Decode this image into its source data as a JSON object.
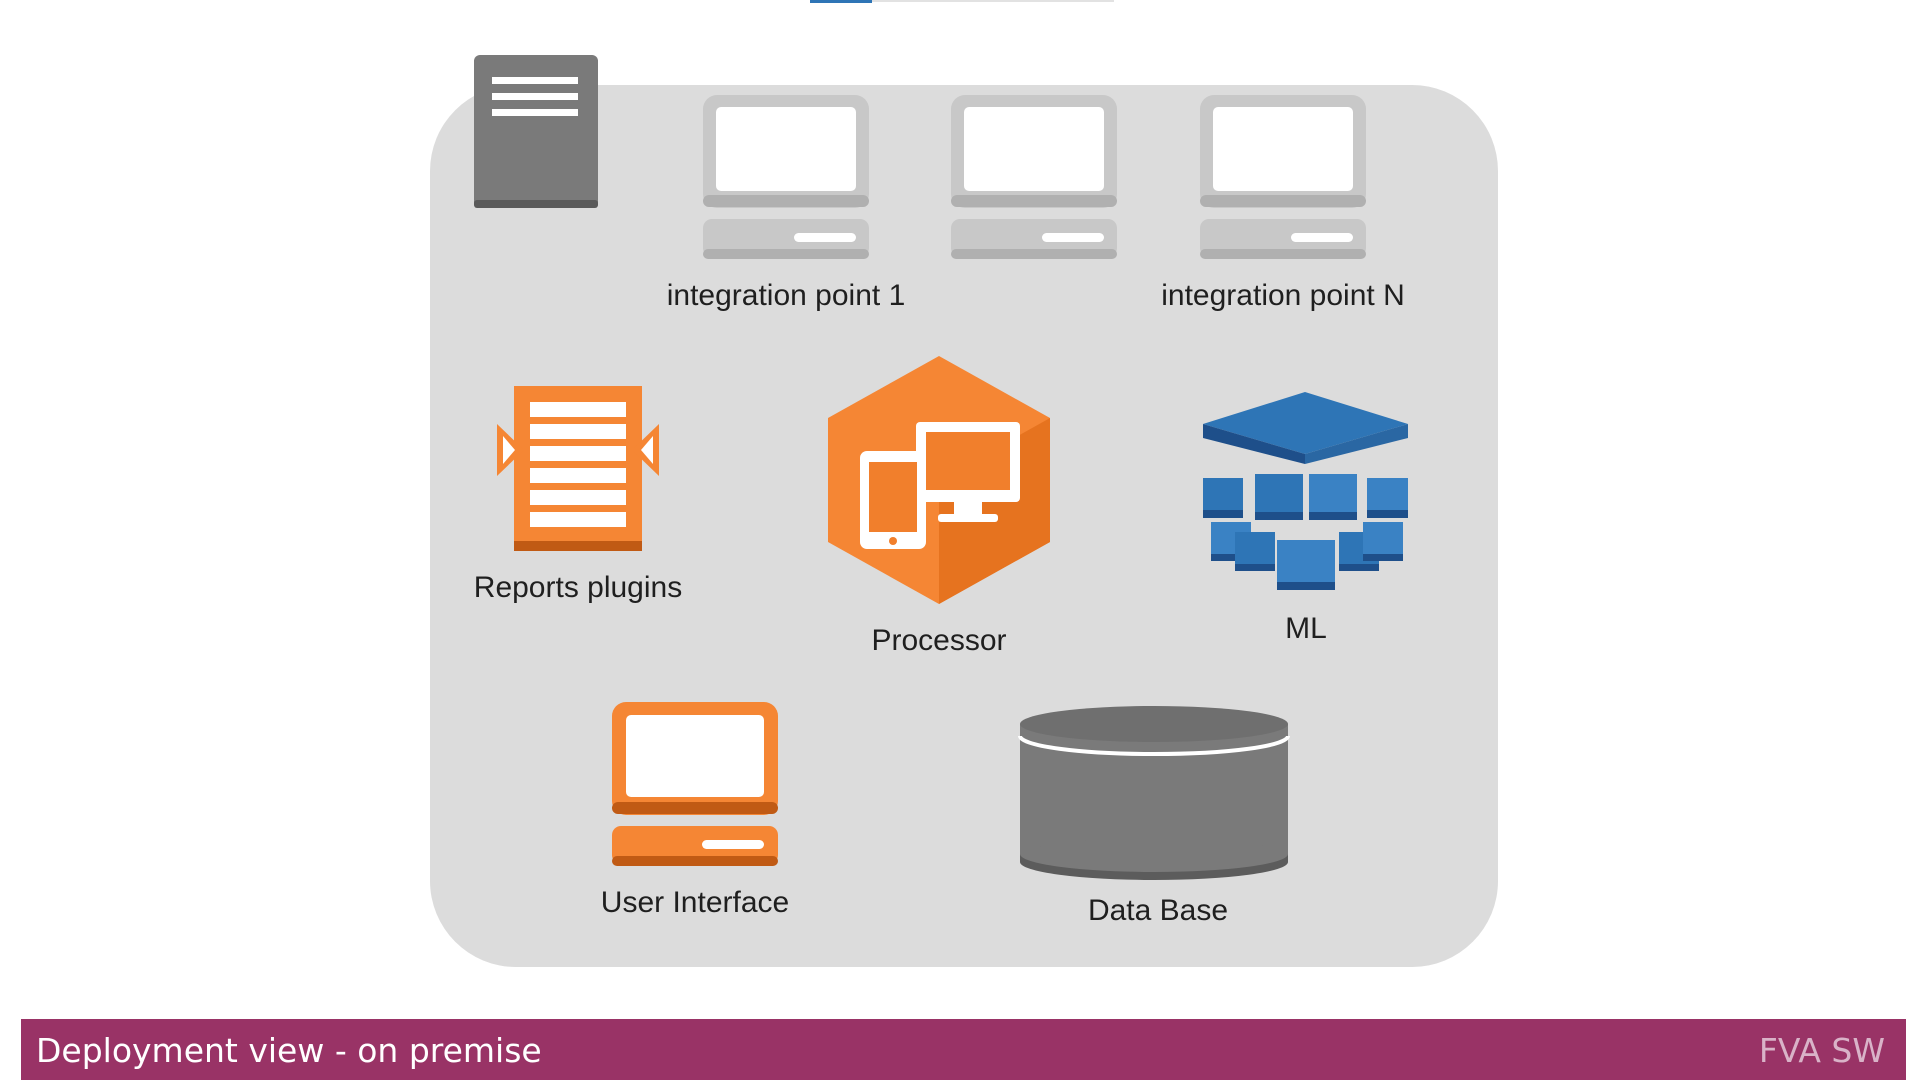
{
  "diagram": {
    "nodes": {
      "integration_point_1": {
        "label": "integration point 1",
        "icon": "desktop-icon"
      },
      "integration_point_mid": {
        "label": "",
        "icon": "desktop-icon"
      },
      "integration_point_n": {
        "label": "integration point N",
        "icon": "desktop-icon"
      },
      "reports_plugins": {
        "label": "Reports plugins",
        "icon": "document-plugin-icon"
      },
      "processor": {
        "label": "Processor",
        "icon": "hexagon-devices-icon"
      },
      "ml": {
        "label": "ML",
        "icon": "cube-stack-icon"
      },
      "user_interface": {
        "label": "User Interface",
        "icon": "desktop-icon"
      },
      "data_base": {
        "label": "Data Base",
        "icon": "database-cylinder-icon"
      }
    },
    "server_icon": "server-icon"
  },
  "footer": {
    "title": "Deployment view - on premise",
    "brand": "FVA SW"
  },
  "colors": {
    "panel": "#dcdcdc",
    "footer": "#993366",
    "orange": "#f58634",
    "blue": "#2e75b6",
    "gray_dark": "#7a7a7a",
    "gray_light": "#c8c8c8"
  }
}
